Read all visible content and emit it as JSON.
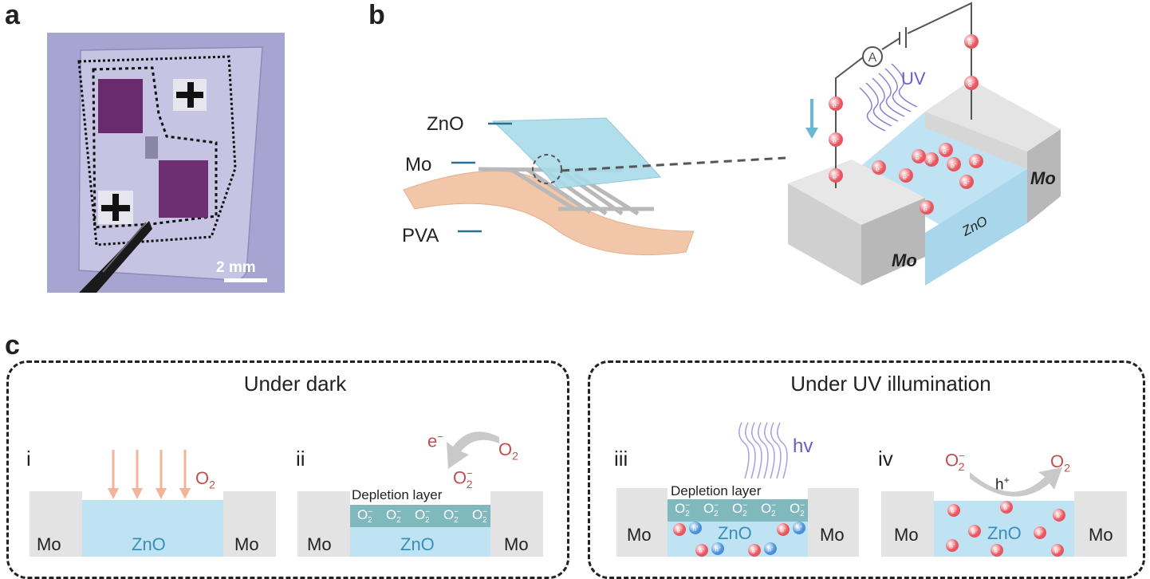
{
  "panels": {
    "a": {
      "letter": "a",
      "scale_bar": "2 mm"
    },
    "b": {
      "letter": "b",
      "layers": [
        "ZnO",
        "Mo",
        "PVA"
      ],
      "uv_label": "UV",
      "ammeter": "A",
      "electron": "e",
      "electron_sup": "−",
      "mo_left": "Mo",
      "mo_right": "Mo",
      "zno_channel": "ZnO"
    },
    "c": {
      "letter": "c",
      "dark_title": "Under dark",
      "uv_title": "Under UV illumination",
      "sub": [
        "i",
        "ii",
        "iii",
        "iv"
      ],
      "mo": "Mo",
      "zno": "ZnO",
      "o2": "O",
      "o2_sub": "2",
      "o2_minus_sup": "−",
      "electron": "e",
      "electron_sup": "−",
      "hole": "h",
      "hole_sup": "+",
      "depletion": "Depletion layer",
      "hv": "hv"
    }
  },
  "colors": {
    "zno_fill": "#bfe3f2",
    "depletion_fill": "#7fb8bd",
    "mo_fill": "#e3e3e3",
    "o2_red": "#c0504d",
    "uv_purple": "#6a5acd",
    "arrow_peach": "#f2b49a",
    "electron_red": "#e8555f",
    "hole_blue": "#4a90d9",
    "pva": "#f2c6a8",
    "blue_arrow": "#6bb8d6"
  }
}
